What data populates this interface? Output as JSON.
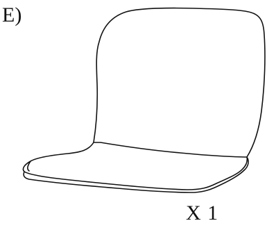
{
  "step": {
    "label": "E)"
  },
  "part": {
    "name": "seat-shell",
    "quantity_label": "X 1"
  },
  "colors": {
    "line": "#111111",
    "background": "#ffffff"
  }
}
